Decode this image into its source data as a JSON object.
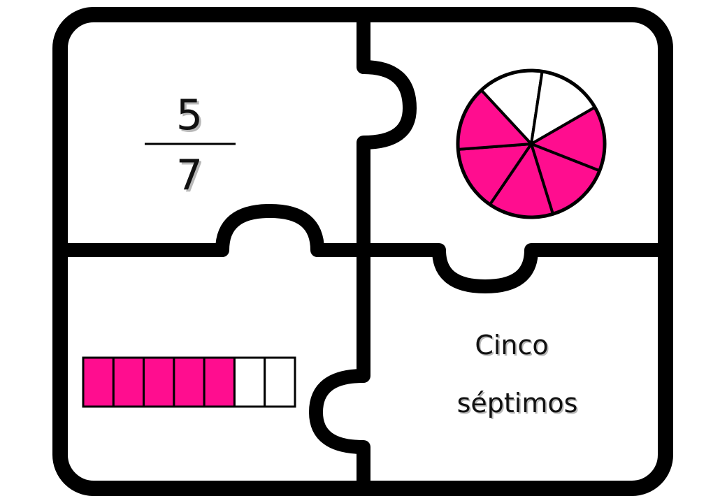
{
  "puzzle": {
    "fraction": {
      "numerator": "5",
      "denominator": "7"
    },
    "pie": {
      "total_slices": 7,
      "filled_slices": 5
    },
    "bar": {
      "total_cells": 7,
      "filled_cells": 5
    },
    "words": {
      "line1": "Cinco",
      "line2": "séptimos"
    }
  },
  "colors": {
    "fill": "#ff0d8f",
    "empty": "#ffffff",
    "outline": "#000000"
  }
}
